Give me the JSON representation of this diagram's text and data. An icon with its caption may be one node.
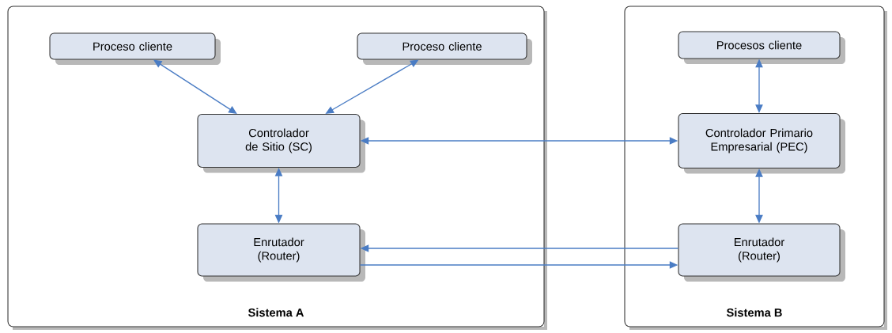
{
  "diagram": {
    "nodes": [
      {
        "text": [
          "Sistema A"
        ]
      },
      {
        "text": [
          "Proceso cliente"
        ],
        "in": 0
      },
      {
        "text": [
          "Proceso cliente"
        ],
        "in": 0
      },
      {
        "text": [
          "Controlador de Sitio (SC)"
        ],
        "in": 0
      },
      {
        "text": [
          "Enrutador (Router)"
        ],
        "in": 0
      },
      {
        "text": [
          "Sistema B"
        ]
      },
      {
        "text": [
          "Procesos cliente"
        ],
        "in": 5
      },
      {
        "text": [
          "Controlador Primario Empresarial (PEC)"
        ],
        "in": 5
      },
      {
        "text": [
          "Enrutador (Router)"
        ],
        "in": 5
      }
    ],
    "edges": [
      {
        "from": 1,
        "to": 3,
        "arrow": "both"
      },
      {
        "from": 2,
        "to": 3,
        "arrow": "both"
      },
      {
        "from": 3,
        "to": 4,
        "arrow": "both"
      },
      {
        "from": 3,
        "to": 7,
        "arrow": "both"
      },
      {
        "from": 8,
        "to": 4,
        "arrow": "to"
      },
      {
        "from": 4,
        "to": 8,
        "arrow": "to"
      },
      {
        "from": 6,
        "to": 7,
        "arrow": "both"
      },
      {
        "from": 7,
        "to": 8,
        "arrow": "both"
      }
    ]
  }
}
